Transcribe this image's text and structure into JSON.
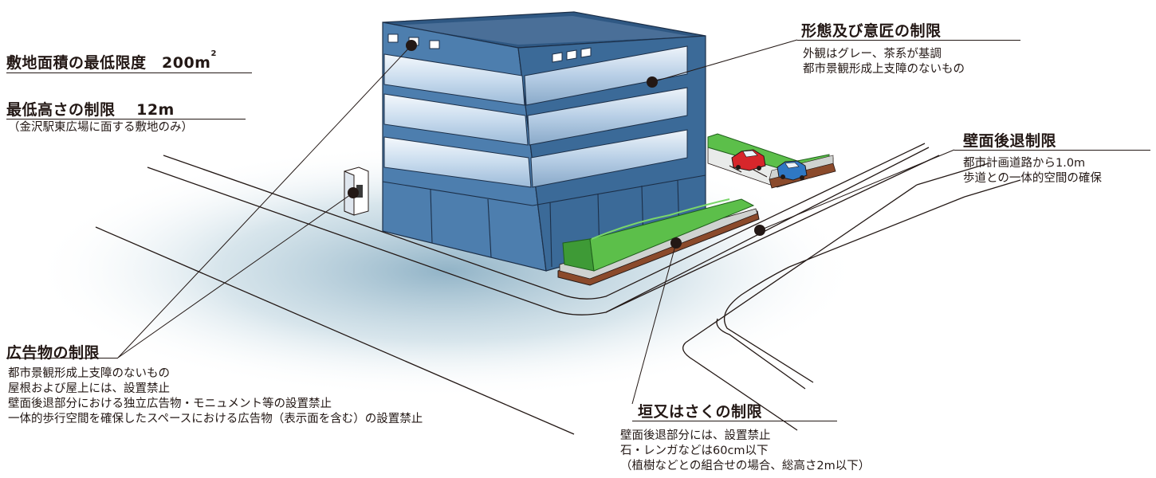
{
  "annotations": {
    "site_area": {
      "title": "敷地面積の最低限度　200m",
      "superscript": "2"
    },
    "min_height": {
      "title": "最低高さの制限　 12m",
      "note": "（金沢駅東広場に面する敷地のみ）"
    },
    "form_design": {
      "title": "形態及び意匠の制限",
      "lines": [
        "外観はグレー、茶系が基調",
        "都市景観形成上支障のないもの"
      ]
    },
    "setback": {
      "title": "壁面後退制限",
      "lines": [
        "都市計画道路から1.0m",
        "歩道との一体的空間の確保"
      ]
    },
    "advertising": {
      "title": "広告物の制限",
      "lines": [
        "都市景観形成上支障のないもの",
        "屋根および屋上には、設置禁止",
        "壁面後退部分における独立広告物・モニュメント等の設置禁止",
        "一体的歩行空間を確保したスペースにおける広告物（表示面を含む）の設置禁止"
      ]
    },
    "fence": {
      "title": "垣又はさくの制限",
      "lines": [
        "壁面後退部分には、設置禁止",
        "石・レンガなどは60cm以下",
        "（植樹などとの組合せの場合、総高さ2m以下）"
      ]
    }
  },
  "colors": {
    "building_front": "#4d7eae",
    "building_side": "#2e5a87",
    "roof": "#3a5f8a",
    "window_band": "#dde9f5",
    "hedge_green": "#4fb342",
    "planter_brown": "#8b4a2b",
    "ground_glow": "#9fbfd0",
    "car_red": "#d7262b",
    "car_blue": "#2f78c4"
  }
}
